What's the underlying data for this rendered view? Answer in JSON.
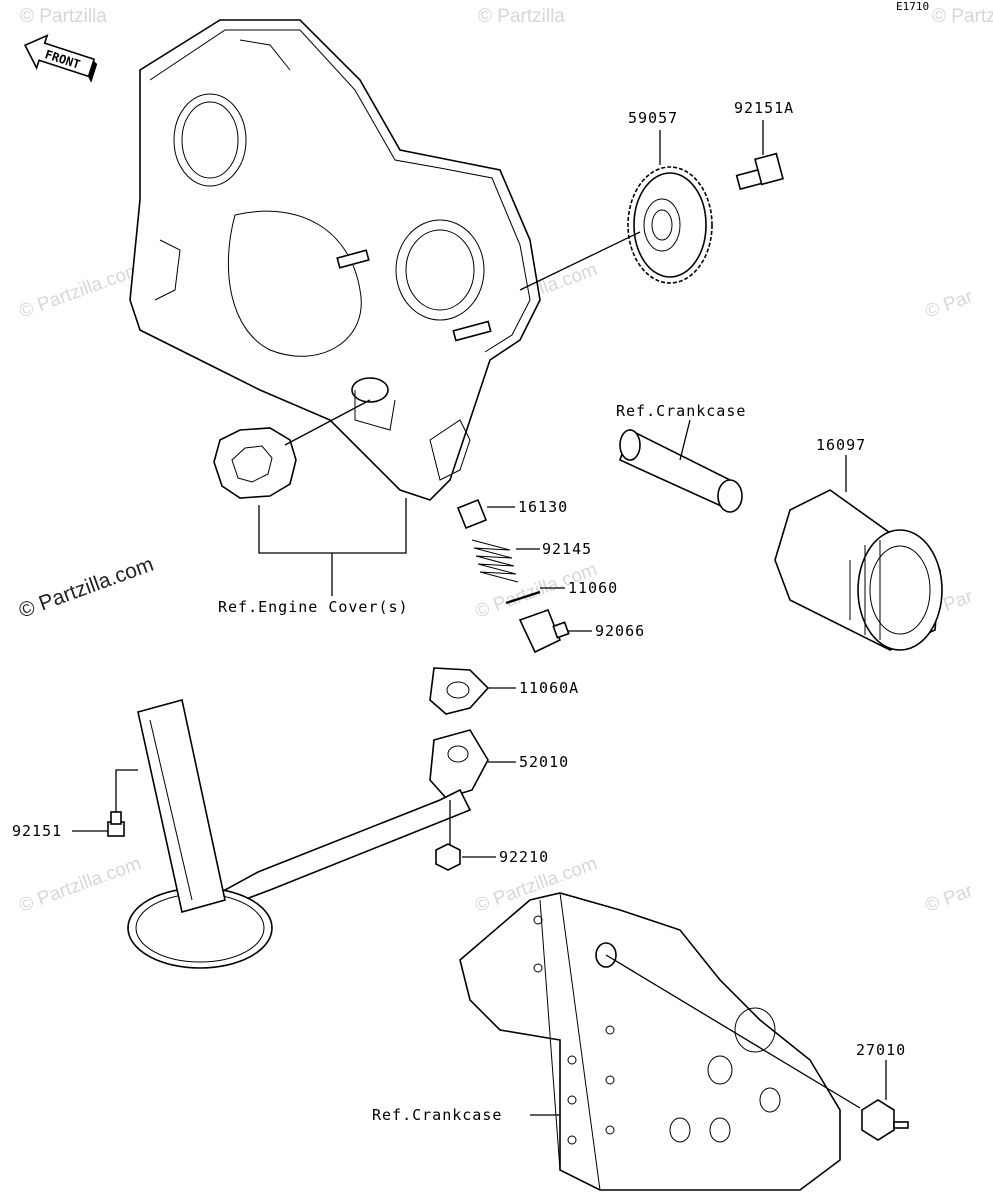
{
  "diagram_code": "E1710",
  "front_label": "FRONT",
  "watermark": "© Partzilla.com",
  "watermark_short": "© Partzilla",
  "watermark_edge": "© Par",
  "parts": {
    "p59057": "59057",
    "p92151A": "92151A",
    "p16097": "16097",
    "p16130": "16130",
    "p92145": "92145",
    "p11060": "11060",
    "p92066": "92066",
    "p11060A": "11060A",
    "p52010": "52010",
    "p92210": "92210",
    "p92151": "92151",
    "p27010": "27010"
  },
  "refs": {
    "crankcase_top": "Ref.Crankcase",
    "engine_cover": "Ref.Engine Cover(s)",
    "crankcase_bottom": "Ref.Crankcase"
  }
}
